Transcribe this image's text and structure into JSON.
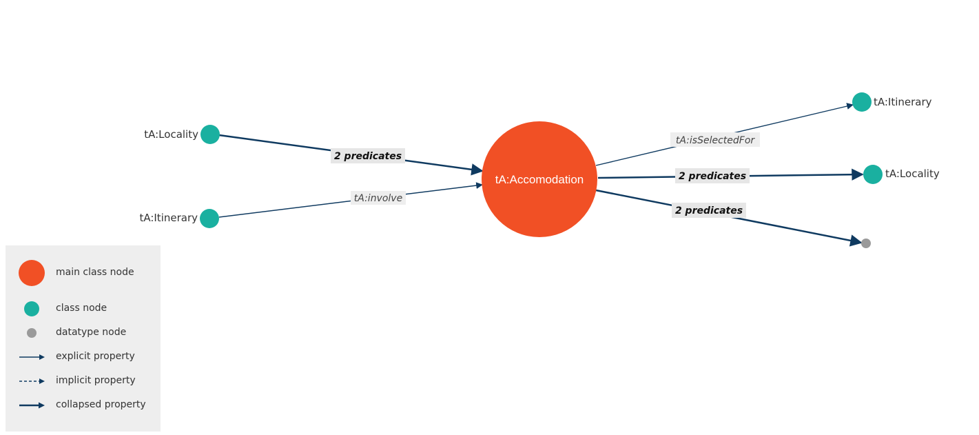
{
  "colors": {
    "main_class_node": "#f15025",
    "class_node": "#1ab0a0",
    "datatype_node": "#9a9a9a",
    "edge": "#0f3a60",
    "legend_bg": "#eeeeee"
  },
  "main_node": {
    "label": "tA:Accomodation"
  },
  "nodes": {
    "locality_in": {
      "label": "tA:Locality"
    },
    "itinerary_in": {
      "label": "tA:Itinerary"
    },
    "itinerary_out": {
      "label": "tA:Itinerary"
    },
    "locality_out": {
      "label": "tA:Locality"
    },
    "datatype_out": {
      "label": ""
    }
  },
  "edges": {
    "locality_to_main": {
      "label": "2 predicates",
      "kind": "collapsed"
    },
    "itinerary_to_main": {
      "label": "tA:involve",
      "kind": "explicit"
    },
    "main_to_itinerary": {
      "label": "tA:isSelectedFor",
      "kind": "explicit"
    },
    "main_to_locality": {
      "label": "2 predicates",
      "kind": "collapsed"
    },
    "main_to_datatype": {
      "label": "2 predicates",
      "kind": "collapsed"
    }
  },
  "legend": {
    "main_class_node": "main class node",
    "class_node": "class node",
    "datatype_node": "datatype node",
    "explicit_property": "explicit property",
    "implicit_property": "implicit property",
    "collapsed_property": "collapsed property"
  }
}
